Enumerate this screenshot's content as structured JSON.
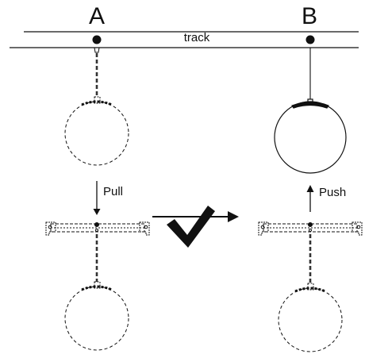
{
  "labels": {
    "a": "A",
    "b": "B",
    "track": "track",
    "pull": "Pull",
    "push": "Push"
  },
  "icons": {
    "check": "check-mark-icon"
  },
  "colors": {
    "ink": "#111111",
    "background": "#ffffff"
  }
}
